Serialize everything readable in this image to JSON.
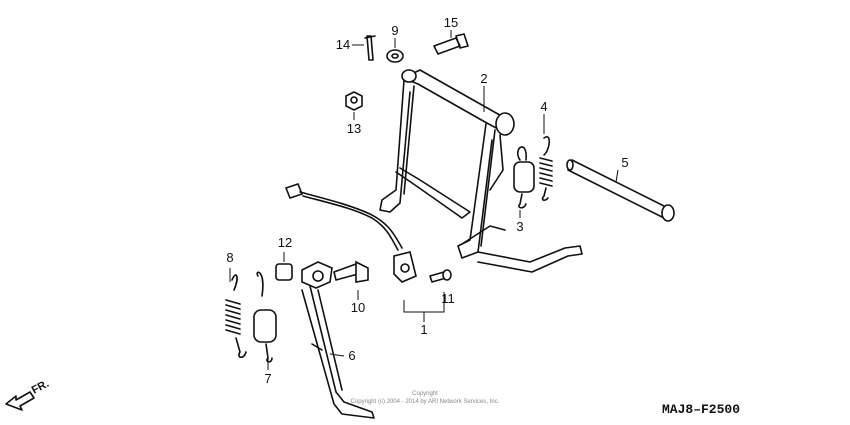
{
  "diagram": {
    "callouts": [
      "1",
      "2",
      "3",
      "4",
      "5",
      "6",
      "7",
      "8",
      "9",
      "10",
      "11",
      "12",
      "13",
      "14",
      "15"
    ],
    "diagram_code": "MAJ8–F2500",
    "direction_label": "FR.",
    "copyright_line1": "Copyright",
    "copyright_line2": "Copyright (c) 2004 - 2014 by ARI Network Services, Inc."
  }
}
